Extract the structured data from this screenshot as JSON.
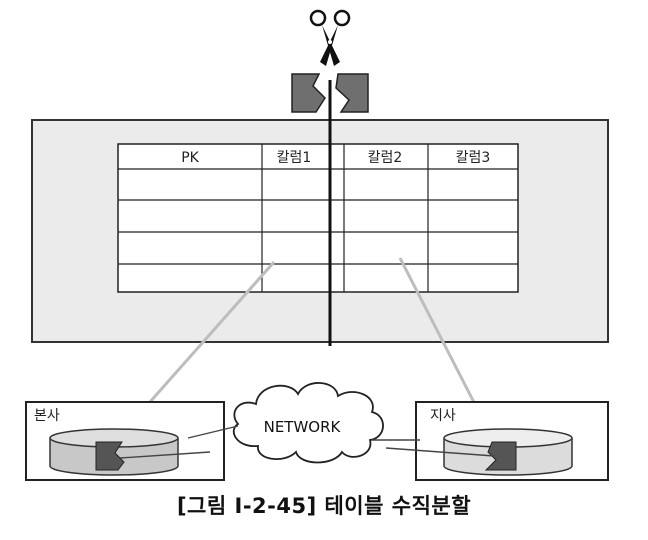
{
  "table": {
    "columns": [
      "PK",
      "칼럼1",
      "칼럼2",
      "칼럼3"
    ]
  },
  "sites": {
    "headquarters": "본사",
    "branch": "지사"
  },
  "network_label": "NETWORK",
  "caption": "[그림 Ⅰ-2-45] 테이블 수직분할"
}
